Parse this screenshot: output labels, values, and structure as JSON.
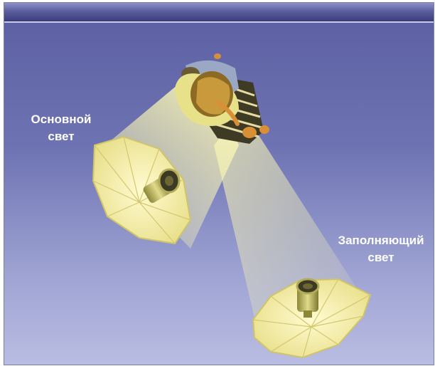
{
  "labels": {
    "key_light": [
      "Основной",
      "свет"
    ],
    "fill_light": [
      "Заполняющий",
      "свет"
    ]
  },
  "colors": {
    "background_top": "#5b5fa2",
    "background_bottom": "#b9bde2",
    "light_beam": "#f6f3a0",
    "umbrella": "#f3eea8",
    "lamp": "#c9c36a"
  },
  "icons": {
    "key_umbrella": "umbrella-light-icon",
    "fill_umbrella": "umbrella-light-icon",
    "subject": "seated-person-icon"
  }
}
